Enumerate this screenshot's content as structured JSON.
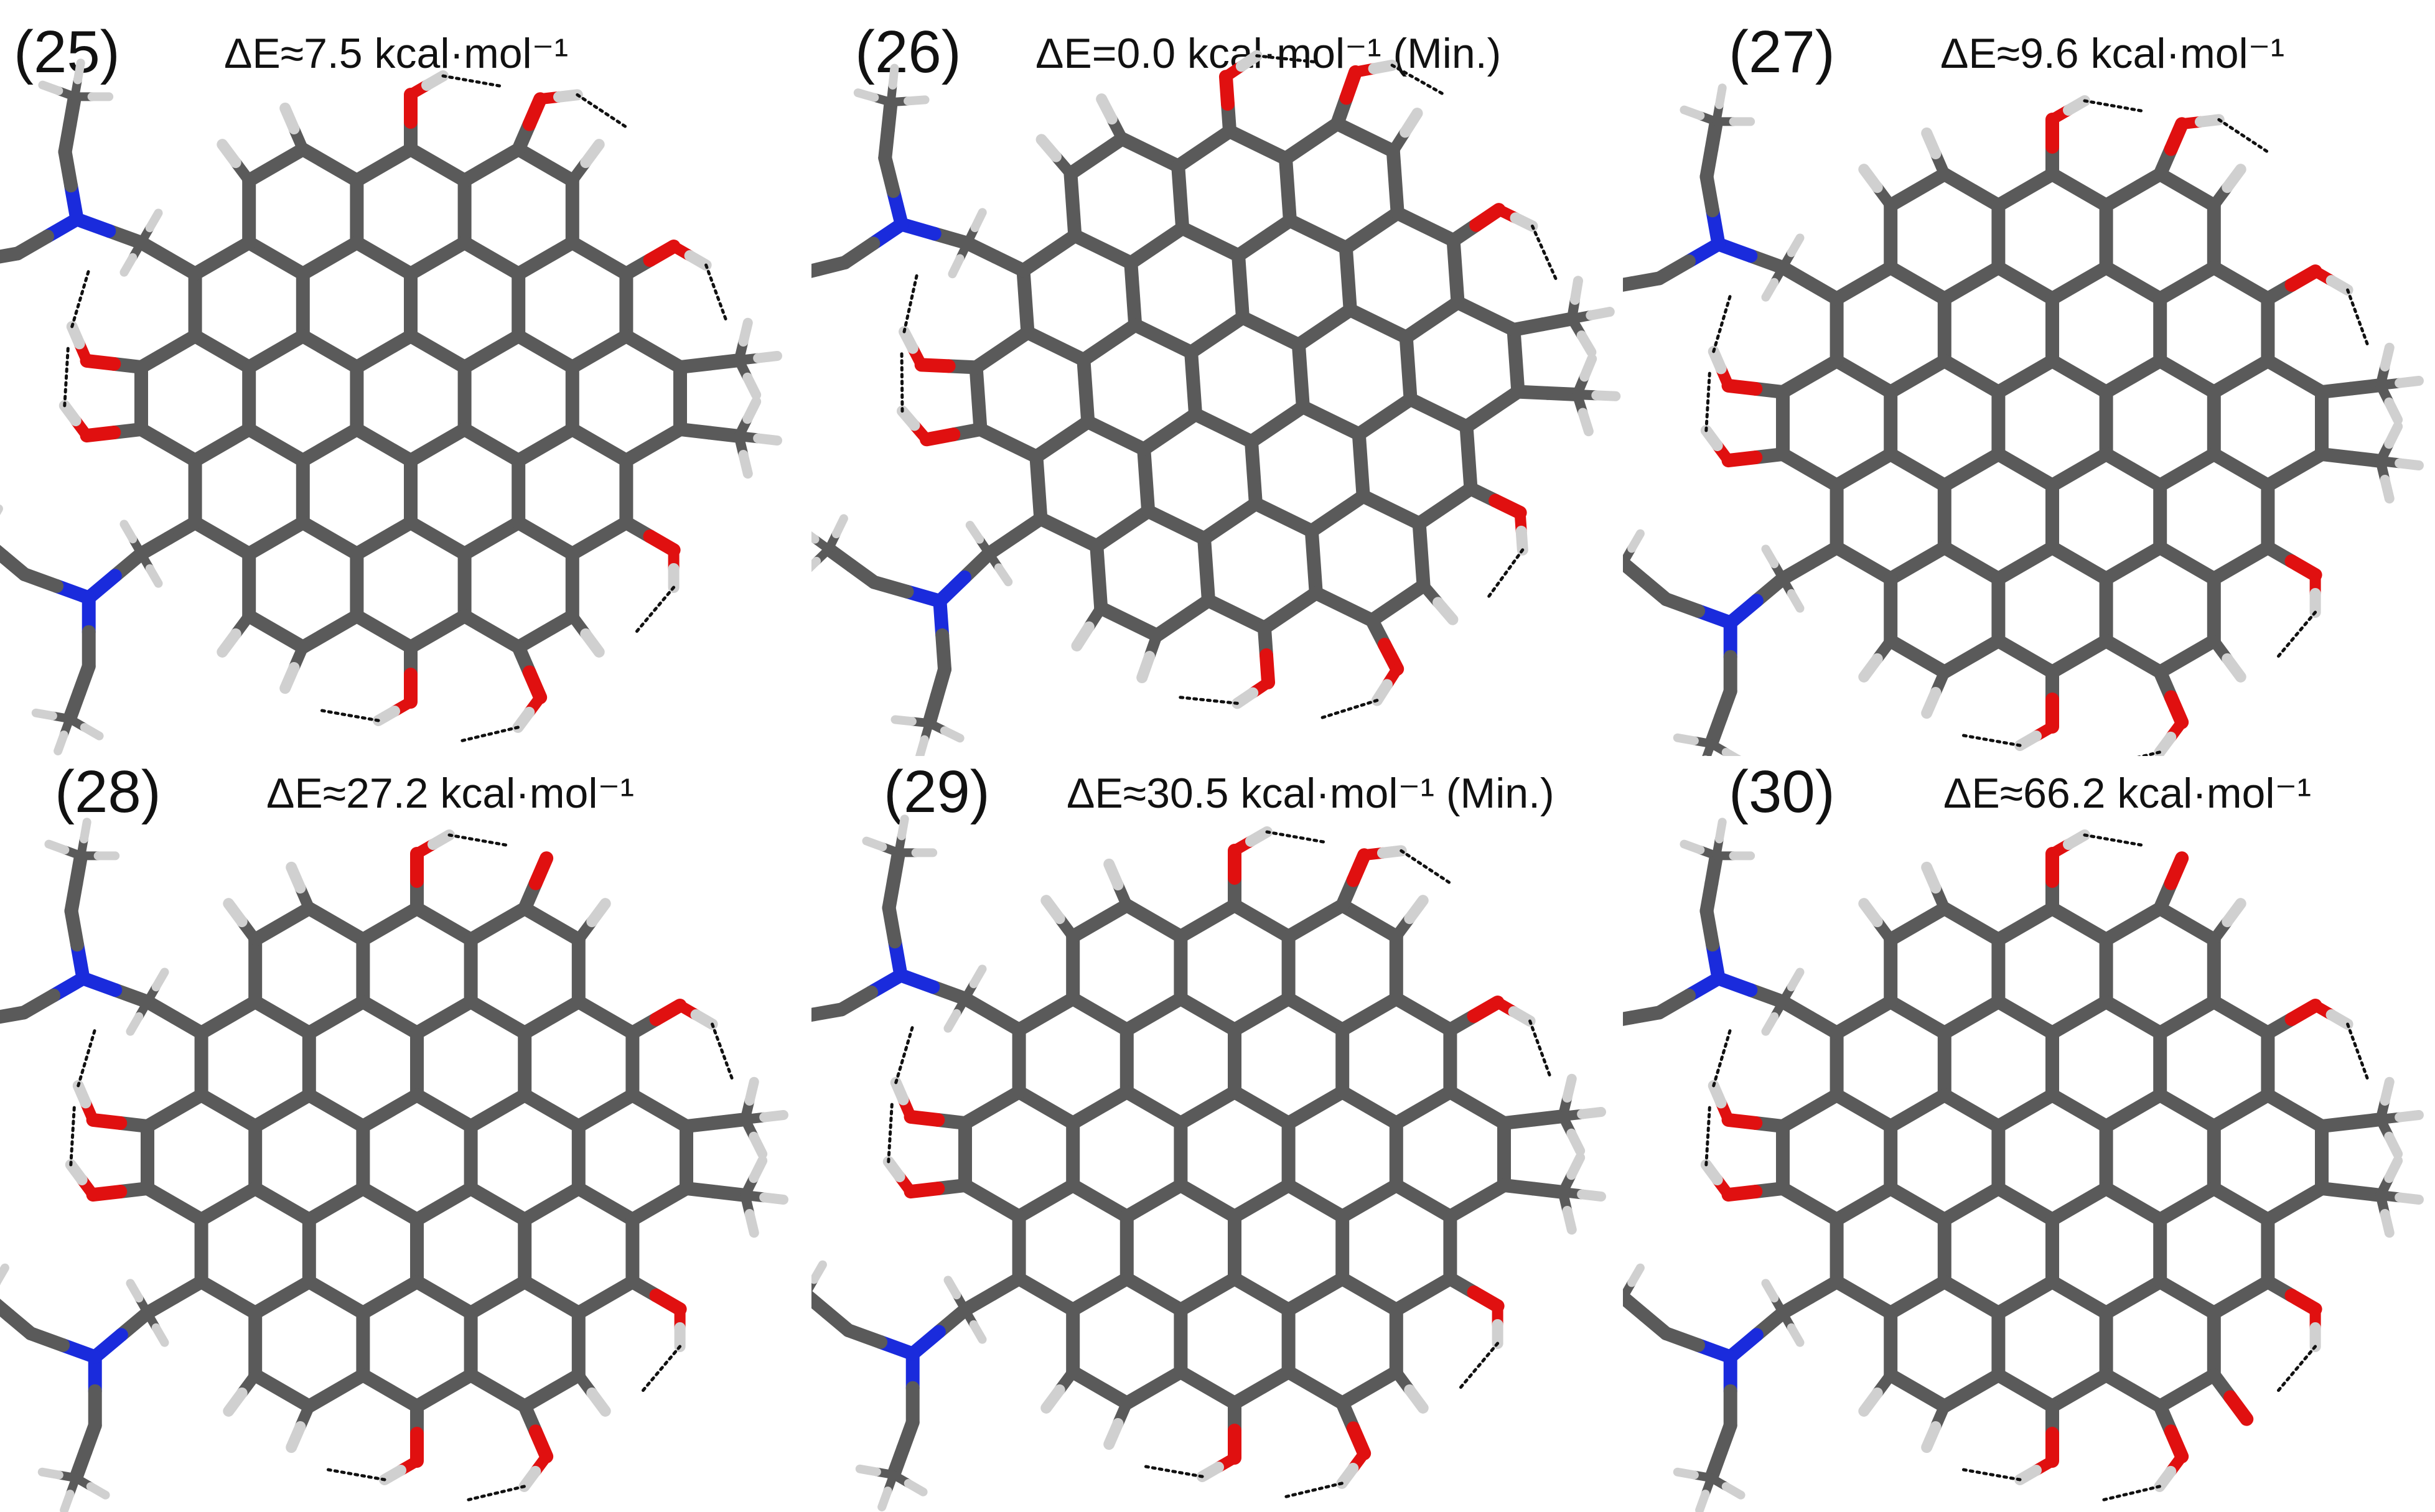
{
  "panels": [
    {
      "id": "25",
      "label": "(25)",
      "energy": "ΔE≈7.5 kcal·mol⁻¹"
    },
    {
      "id": "26",
      "label": "(26)",
      "energy": "ΔE=0.0 kcal·mol⁻¹ (Min.)"
    },
    {
      "id": "27",
      "label": "(27)",
      "energy": "ΔE≈9.6 kcal·mol⁻¹"
    },
    {
      "id": "28",
      "label": "(28)",
      "energy": "ΔE≈27.2 kcal·mol⁻¹"
    },
    {
      "id": "29",
      "label": "(29)",
      "energy": "ΔE≈30.5 kcal·mol⁻¹ (Min.)"
    },
    {
      "id": "30",
      "label": "(30)",
      "energy": "ΔE≈66.2 kcal·mol⁻¹"
    }
  ],
  "colors": {
    "carbon_bond": "#5a5a5a",
    "hydrogen": "#d0d0d0",
    "oxygen": "#e01010",
    "nitrogen": "#1a2bdc",
    "hbond": "#111111"
  }
}
